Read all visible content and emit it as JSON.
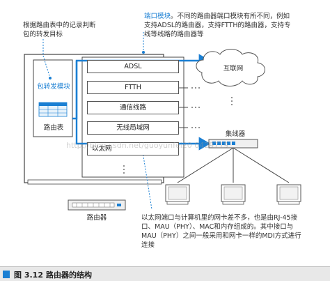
{
  "annotations": {
    "top_left": "根据路由表中的记录判断\n包的转发目标",
    "top_right_head": "端口模块",
    "top_right_body": "。不同的路由器端口模块有所不同，例如\n支持ADSL的路由器，支持FTTH的路由器，支持专\n线等线路的路由器等",
    "bottom_right": "以太网端口与计算机里的网卡差不多，也是由RJ-45接\n口、MAU（PHY）、MAC和内存组成的。其中接口与\nMAU（PHY）之间一般采用和网卡一样的MDI方式进行\n连接"
  },
  "router": {
    "forwarding_module": "包转发模块",
    "route_table_label": "路由表",
    "device_label": "路由器",
    "ports": [
      "ADSL",
      "FTTH",
      "通信线路",
      "无线局域网",
      "以太网"
    ]
  },
  "network": {
    "internet": "互联网",
    "hub": "集线器"
  },
  "watermark": "http://blog.csdn.net/guoyunfei20 0429719",
  "caption": {
    "number": "图 3.12",
    "title": "路由器的结构"
  },
  "colors": {
    "accent": "#1a7fd3",
    "line": "#444444"
  }
}
